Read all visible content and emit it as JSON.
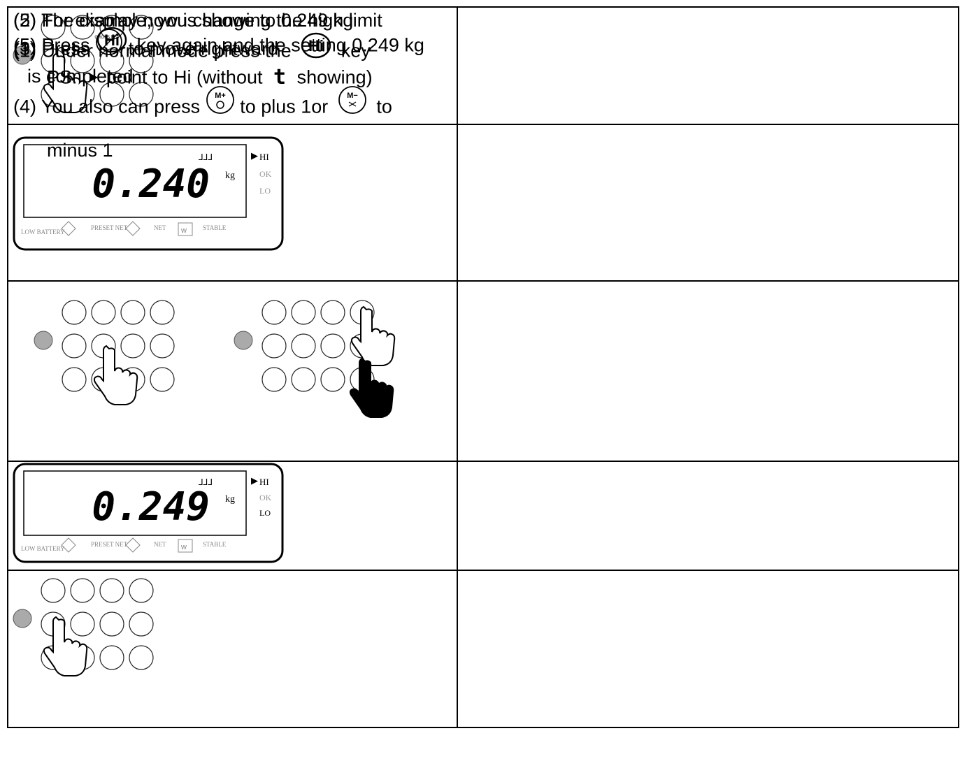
{
  "steps": [
    {
      "text": [
        "(1) Under normal mode press the",
        "key"
      ],
      "icon": "hi-key-icon",
      "pic": "keypad-press-hi"
    },
    {
      "text": [
        "(2) The display now is showing the high limit",
        "PS:",
        "point to Hi (without",
        "showing)"
      ],
      "pic": "display",
      "display": {
        "value": "0.240",
        "unit": "kg",
        "indicators": [
          "HI",
          "OK",
          "LO"
        ],
        "bottom": [
          "LOW BATTERY",
          "PRESET NET",
          "NET",
          "STABLE"
        ]
      }
    },
    {
      "text": [
        "(3) Press",
        "to move rightward",
        "(4) You also can press",
        "to plus 1or",
        "to",
        "minus 1"
      ],
      "pic": "keypads-double"
    },
    {
      "text": [
        "(5) For example, you change to 0.249 kg"
      ],
      "pic": "display",
      "display": {
        "value": "0.249",
        "unit": "kg",
        "indicators": [
          "HI",
          "OK",
          "LO"
        ],
        "bottom": [
          "LOW BATTERY",
          "PRESET NET",
          "NET",
          "STABLE"
        ]
      }
    },
    {
      "text": [
        "(5) Press",
        "key again and the setting 0.249 kg",
        "is completed"
      ],
      "icon": "hi-key-icon",
      "pic": "keypad-press-hi"
    }
  ],
  "icons": {
    "hi_label": "Hi",
    "gross_net_label": "GROSS NET",
    "m_plus_label": "M+",
    "m_minus_label": "M−",
    "t_label": "t"
  },
  "colors": {
    "grey_key": "#aaaaaa",
    "outline": "#222222"
  }
}
